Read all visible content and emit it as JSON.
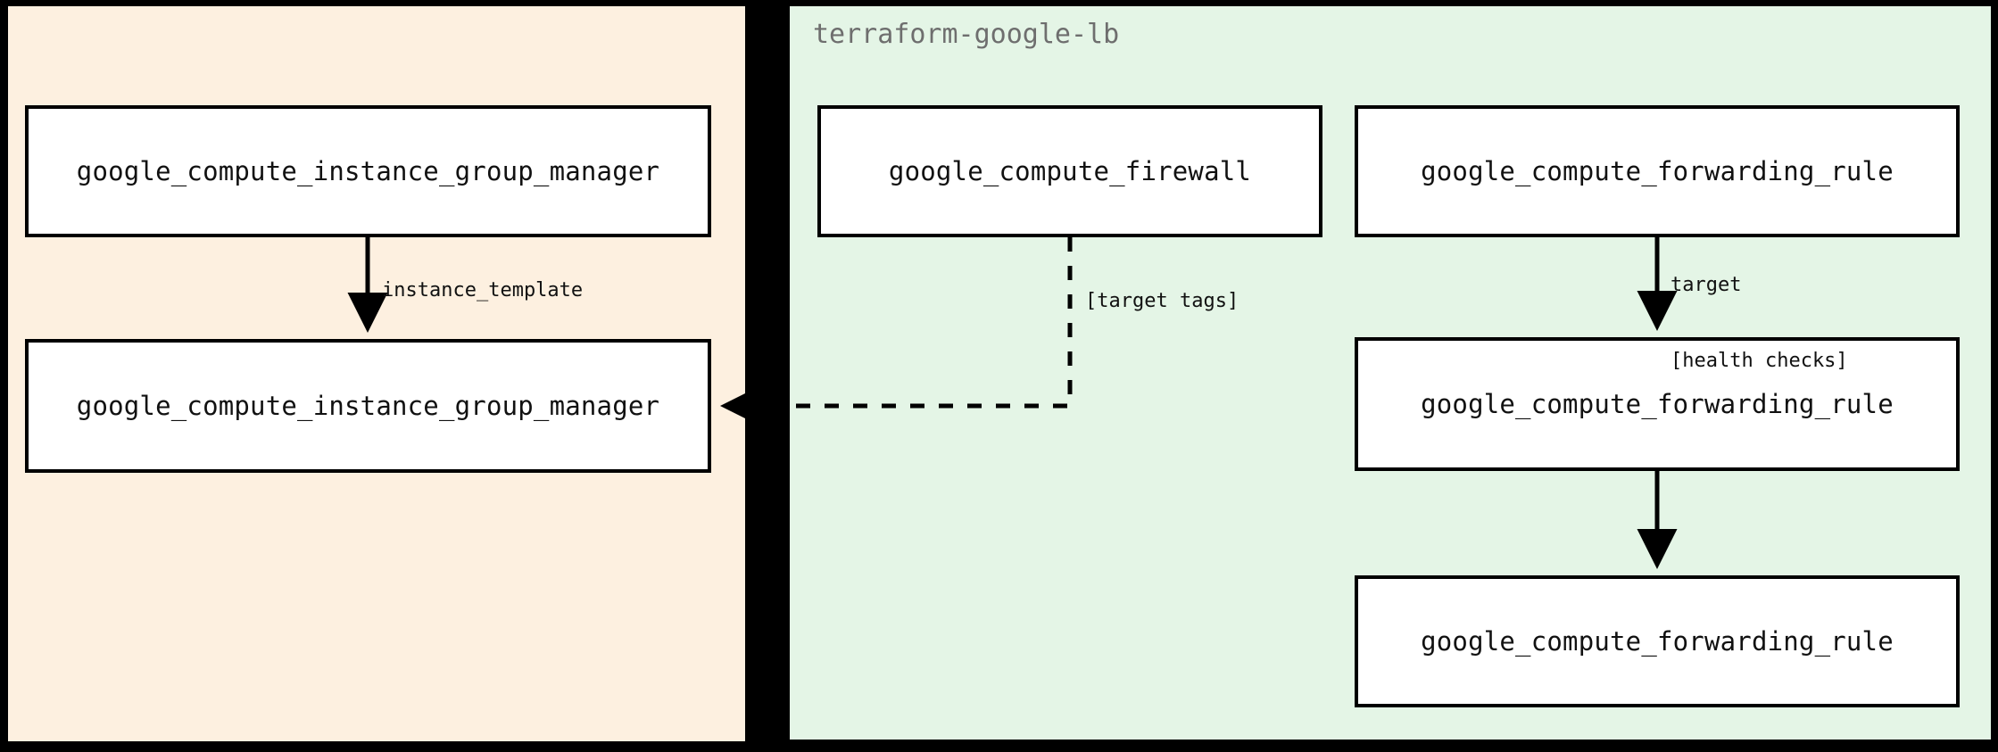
{
  "diagram": {
    "type": "terraform-resource-graph",
    "background_color": "#000000",
    "clusters": [
      {
        "id": "modules",
        "label": "",
        "fill": "#fdf0e0",
        "nodes": [
          {
            "id": "igm-top",
            "label": "google_compute_instance_group_manager"
          },
          {
            "id": "igm-bottom",
            "label": "google_compute_instance_group_manager"
          }
        ]
      },
      {
        "id": "lb",
        "label": "terraform-google-lb",
        "label_color": "#6e6e6e",
        "fill": "#e4f5e6",
        "nodes": [
          {
            "id": "firewall",
            "label": "google_compute_firewall"
          },
          {
            "id": "fwd-rule-1",
            "label": "google_compute_forwarding_rule"
          },
          {
            "id": "fwd-rule-2",
            "label": "google_compute_forwarding_rule"
          },
          {
            "id": "fwd-rule-3",
            "label": "google_compute_forwarding_rule"
          }
        ]
      }
    ],
    "edges": [
      {
        "id": "edge-instance-template",
        "from": "igm-top",
        "to": "igm-bottom",
        "label": "instance_template",
        "style": "solid"
      },
      {
        "id": "edge-target-tags",
        "from": "firewall",
        "to": "igm-bottom",
        "label": "[target tags]",
        "style": "dashed"
      },
      {
        "id": "edge-target",
        "from": "fwd-rule-1",
        "to": "fwd-rule-2",
        "label": "target",
        "style": "solid"
      },
      {
        "id": "edge-health-checks",
        "from": "fwd-rule-2",
        "to": "fwd-rule-3",
        "label": "[health checks]",
        "style": "solid"
      }
    ]
  }
}
